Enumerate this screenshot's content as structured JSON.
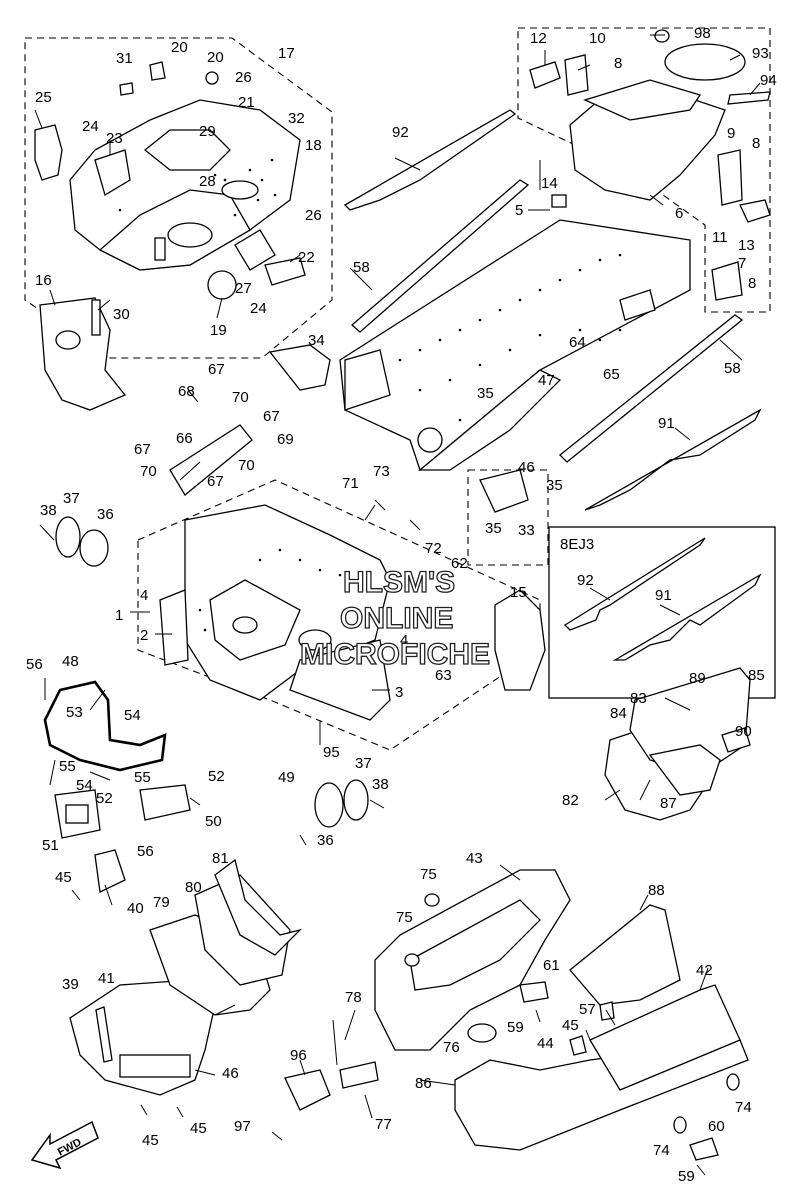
{
  "watermark": [
    "HLSM'S",
    "ONLINE",
    "MICROFICHE"
  ],
  "variant_box_title": "8EJ3",
  "fwd_label": "FWD",
  "callouts": [
    {
      "id": "c1",
      "text": "1"
    },
    {
      "id": "c2",
      "text": "2"
    },
    {
      "id": "c3",
      "text": "3"
    },
    {
      "id": "c4a",
      "text": "4"
    },
    {
      "id": "c4b",
      "text": "4"
    },
    {
      "id": "c5",
      "text": "5"
    },
    {
      "id": "c6",
      "text": "6"
    },
    {
      "id": "c7",
      "text": "7"
    },
    {
      "id": "c8a",
      "text": "8"
    },
    {
      "id": "c8b",
      "text": "8"
    },
    {
      "id": "c8c",
      "text": "8"
    },
    {
      "id": "c9",
      "text": "9"
    },
    {
      "id": "c10",
      "text": "10"
    },
    {
      "id": "c11",
      "text": "11"
    },
    {
      "id": "c12",
      "text": "12"
    },
    {
      "id": "c13",
      "text": "13"
    },
    {
      "id": "c14",
      "text": "14"
    },
    {
      "id": "c15",
      "text": "15"
    },
    {
      "id": "c16",
      "text": "16"
    },
    {
      "id": "c17",
      "text": "17"
    },
    {
      "id": "c18",
      "text": "18"
    },
    {
      "id": "c19",
      "text": "19"
    },
    {
      "id": "c20a",
      "text": "20"
    },
    {
      "id": "c20b",
      "text": "20"
    },
    {
      "id": "c21",
      "text": "21"
    },
    {
      "id": "c22",
      "text": "22"
    },
    {
      "id": "c23",
      "text": "23"
    },
    {
      "id": "c24a",
      "text": "24"
    },
    {
      "id": "c24b",
      "text": "24"
    },
    {
      "id": "c25",
      "text": "25"
    },
    {
      "id": "c26a",
      "text": "26"
    },
    {
      "id": "c26b",
      "text": "26"
    },
    {
      "id": "c27",
      "text": "27"
    },
    {
      "id": "c28",
      "text": "28"
    },
    {
      "id": "c29",
      "text": "29"
    },
    {
      "id": "c30",
      "text": "30"
    },
    {
      "id": "c31",
      "text": "31"
    },
    {
      "id": "c32",
      "text": "32"
    },
    {
      "id": "c33",
      "text": "33"
    },
    {
      "id": "c34",
      "text": "34"
    },
    {
      "id": "c35a",
      "text": "35"
    },
    {
      "id": "c35b",
      "text": "35"
    },
    {
      "id": "c35c",
      "text": "35"
    },
    {
      "id": "c36a",
      "text": "36"
    },
    {
      "id": "c36b",
      "text": "36"
    },
    {
      "id": "c37a",
      "text": "37"
    },
    {
      "id": "c37b",
      "text": "37"
    },
    {
      "id": "c38a",
      "text": "38"
    },
    {
      "id": "c38b",
      "text": "38"
    },
    {
      "id": "c39",
      "text": "39"
    },
    {
      "id": "c40",
      "text": "40"
    },
    {
      "id": "c41",
      "text": "41"
    },
    {
      "id": "c42",
      "text": "42"
    },
    {
      "id": "c43",
      "text": "43"
    },
    {
      "id": "c44",
      "text": "44"
    },
    {
      "id": "c45a",
      "text": "45"
    },
    {
      "id": "c45b",
      "text": "45"
    },
    {
      "id": "c45c",
      "text": "45"
    },
    {
      "id": "c45d",
      "text": "45"
    },
    {
      "id": "c46a",
      "text": "46"
    },
    {
      "id": "c46b",
      "text": "46"
    },
    {
      "id": "c47",
      "text": "47"
    },
    {
      "id": "c48",
      "text": "48"
    },
    {
      "id": "c49",
      "text": "49"
    },
    {
      "id": "c50",
      "text": "50"
    },
    {
      "id": "c51",
      "text": "51"
    },
    {
      "id": "c52a",
      "text": "52"
    },
    {
      "id": "c52b",
      "text": "52"
    },
    {
      "id": "c53",
      "text": "53"
    },
    {
      "id": "c54a",
      "text": "54"
    },
    {
      "id": "c54b",
      "text": "54"
    },
    {
      "id": "c55a",
      "text": "55"
    },
    {
      "id": "c55b",
      "text": "55"
    },
    {
      "id": "c56a",
      "text": "56"
    },
    {
      "id": "c56b",
      "text": "56"
    },
    {
      "id": "c57",
      "text": "57"
    },
    {
      "id": "c58a",
      "text": "58"
    },
    {
      "id": "c58b",
      "text": "58"
    },
    {
      "id": "c59a",
      "text": "59"
    },
    {
      "id": "c59b",
      "text": "59"
    },
    {
      "id": "c60",
      "text": "60"
    },
    {
      "id": "c61",
      "text": "61"
    },
    {
      "id": "c62",
      "text": "62"
    },
    {
      "id": "c63",
      "text": "63"
    },
    {
      "id": "c64",
      "text": "64"
    },
    {
      "id": "c65",
      "text": "65"
    },
    {
      "id": "c66",
      "text": "66"
    },
    {
      "id": "c67a",
      "text": "67"
    },
    {
      "id": "c67b",
      "text": "67"
    },
    {
      "id": "c67c",
      "text": "67"
    },
    {
      "id": "c67d",
      "text": "67"
    },
    {
      "id": "c68",
      "text": "68"
    },
    {
      "id": "c69",
      "text": "69"
    },
    {
      "id": "c70a",
      "text": "70"
    },
    {
      "id": "c70b",
      "text": "70"
    },
    {
      "id": "c70c",
      "text": "70"
    },
    {
      "id": "c71",
      "text": "71"
    },
    {
      "id": "c72",
      "text": "72"
    },
    {
      "id": "c73",
      "text": "73"
    },
    {
      "id": "c74a",
      "text": "74"
    },
    {
      "id": "c74b",
      "text": "74"
    },
    {
      "id": "c75a",
      "text": "75"
    },
    {
      "id": "c75b",
      "text": "75"
    },
    {
      "id": "c76",
      "text": "76"
    },
    {
      "id": "c77",
      "text": "77"
    },
    {
      "id": "c78",
      "text": "78"
    },
    {
      "id": "c79",
      "text": "79"
    },
    {
      "id": "c80",
      "text": "80"
    },
    {
      "id": "c81",
      "text": "81"
    },
    {
      "id": "c82",
      "text": "82"
    },
    {
      "id": "c83",
      "text": "83"
    },
    {
      "id": "c84",
      "text": "84"
    },
    {
      "id": "c85",
      "text": "85"
    },
    {
      "id": "c86",
      "text": "86"
    },
    {
      "id": "c87",
      "text": "87"
    },
    {
      "id": "c88",
      "text": "88"
    },
    {
      "id": "c89",
      "text": "89"
    },
    {
      "id": "c90",
      "text": "90"
    },
    {
      "id": "c91a",
      "text": "91"
    },
    {
      "id": "c91b",
      "text": "91"
    },
    {
      "id": "c92a",
      "text": "92"
    },
    {
      "id": "c92b",
      "text": "92"
    },
    {
      "id": "c93",
      "text": "93"
    },
    {
      "id": "c94",
      "text": "94"
    },
    {
      "id": "c95",
      "text": "95"
    },
    {
      "id": "c96",
      "text": "96"
    },
    {
      "id": "c97",
      "text": "97"
    },
    {
      "id": "c98",
      "text": "98"
    }
  ]
}
